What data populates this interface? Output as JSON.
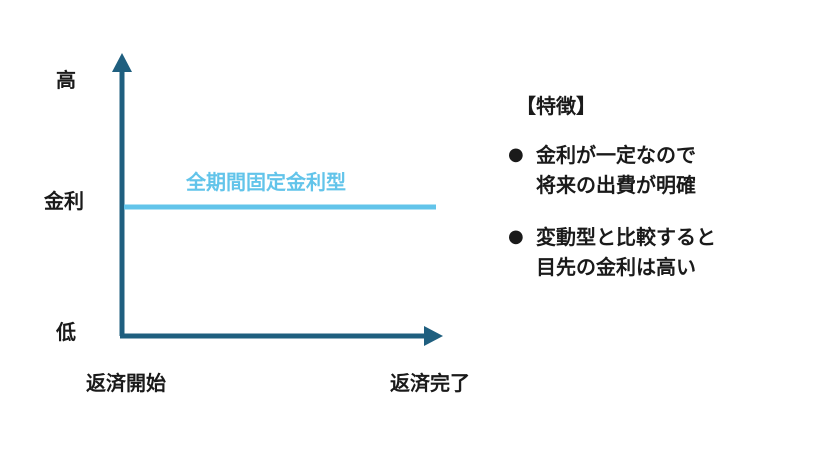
{
  "colors": {
    "axis": "#1f5f7f",
    "series_line": "#62c4ea",
    "series_label": "#62c4ea",
    "text": "#1a1a1a"
  },
  "y_axis": {
    "high_label": "高",
    "title": "金利",
    "low_label": "低"
  },
  "x_axis": {
    "start_label": "返済開始",
    "end_label": "返済完了"
  },
  "series": {
    "label": "全期間固定金利型"
  },
  "features": {
    "heading": "【特徴】",
    "items": [
      {
        "bullet": "●",
        "line1": "金利が一定なので",
        "line2": "将来の出費が明確"
      },
      {
        "bullet": "●",
        "line1": "変動型と比較すると",
        "line2": "目先の金利は高い"
      }
    ]
  }
}
